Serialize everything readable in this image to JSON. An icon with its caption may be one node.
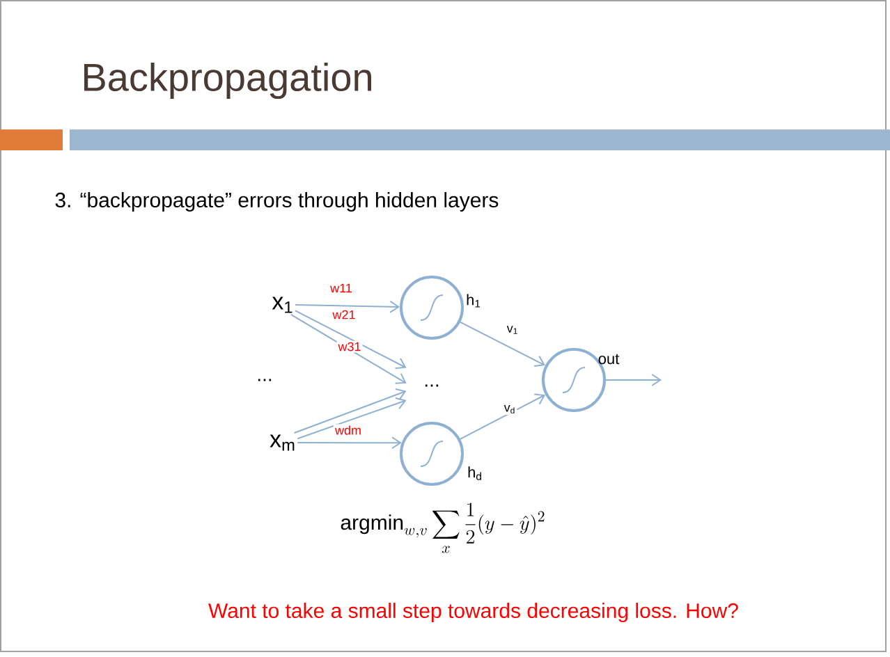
{
  "diagram": {
    "title": "Backpropagation",
    "nodes": [
      {
        "text": [
          "x$_{1}$"
        ]
      },
      {
        "text": [
          "x$_{m}$"
        ]
      },
      {
        "text": [],
        "shape": "circle",
        "beside": [
          "h$_{1}$"
        ]
      },
      {
        "text": [
          "..."
        ]
      },
      {
        "text": [],
        "shape": "circle",
        "beside": [
          "h$_{d}$"
        ]
      },
      {
        "text": [],
        "shape": "circle",
        "beside": [
          "out"
        ]
      }
    ],
    "edges": [
      {
        "from": 0,
        "to": 2,
        "arrow": "to",
        "label": "w11"
      },
      {
        "from": 0,
        "to": 3,
        "arrow": "to",
        "label": "w21"
      },
      {
        "from": 0,
        "to": 3,
        "arrow": "to",
        "label": "w31"
      },
      {
        "from": 1,
        "to": 3,
        "arrow": "to"
      },
      {
        "from": 1,
        "to": 3,
        "arrow": "to"
      },
      {
        "from": 1,
        "to": 4,
        "arrow": "to",
        "label": "wdm"
      },
      {
        "from": 2,
        "to": 5,
        "arrow": "to",
        "label": "v$_{1}$"
      },
      {
        "from": 4,
        "to": 5,
        "arrow": "to",
        "label": "v$_{d}$"
      },
      {
        "from": 5,
        "to": null,
        "arrow": "to"
      }
    ],
    "labels": [
      "3. “backpropagate” errors through hidden layers",
      "...",
      "\\operatorname{argmin}_{w,v}\\sum_{x}\\frac{1}{2}(y-\\hat{y})^{2}",
      "Want to take a small step towards decreasing loss. How?"
    ]
  }
}
